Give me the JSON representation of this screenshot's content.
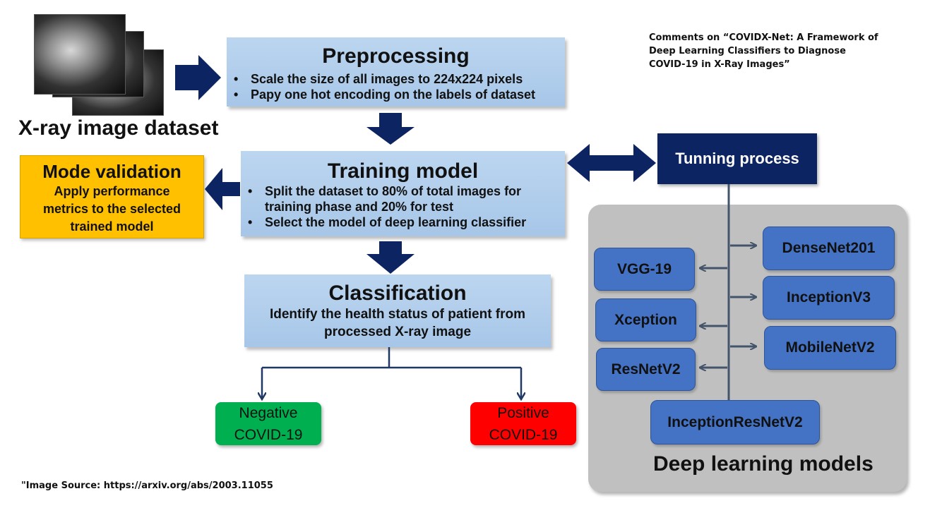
{
  "note": {
    "line1": "Comments on “COVIDX-Net: A Framework of",
    "line2": "Deep Learning Classifiers to Diagnose",
    "line3": "COVID-19 in X-Ray Images”"
  },
  "dataset": {
    "label": "X-ray image dataset"
  },
  "preprocessing": {
    "title": "Preprocessing",
    "bullets": [
      "Scale the size of all images to 224x224 pixels",
      "Papy one hot encoding on the labels of dataset"
    ]
  },
  "training": {
    "title": "Training model",
    "bullet1_line1": "Split the dataset to 80% of total images for",
    "bullet1_line2": "training phase and 20% for test",
    "bullet2": "Select the model of deep learning classifier"
  },
  "validation": {
    "title": "Mode validation",
    "line1": "Apply performance",
    "line2": "metrics to the selected",
    "line3": "trained model"
  },
  "tuning": {
    "label": "Tunning process"
  },
  "classification": {
    "title": "Classification",
    "line1": "Identify the health status of patient from",
    "line2": "processed X-ray image"
  },
  "outcomes": {
    "negative": {
      "line1": "Negative",
      "line2": "COVID-19"
    },
    "positive": {
      "line1": "Positive",
      "line2": "COVID-19"
    }
  },
  "models": {
    "panel_title": "Deep learning models",
    "vgg": "VGG-19",
    "xception": "Xception",
    "resnet": "ResNetV2",
    "densenet": "DenseNet201",
    "inceptionv3": "InceptionV3",
    "mobilenet": "MobileNetV2",
    "inceptionresnet": "InceptionResNetV2"
  },
  "source": {
    "text": "\"Image Source: https://arxiv.org/abs/2003.11055"
  },
  "colors": {
    "navy": "#0c2461",
    "box_blue": "#b3cfee",
    "validation_orange": "#ffc000",
    "model_blue": "#4472c4",
    "negative_green": "#00b050",
    "positive_red": "#ff0000",
    "panel_gray": "#c0c0c0"
  }
}
